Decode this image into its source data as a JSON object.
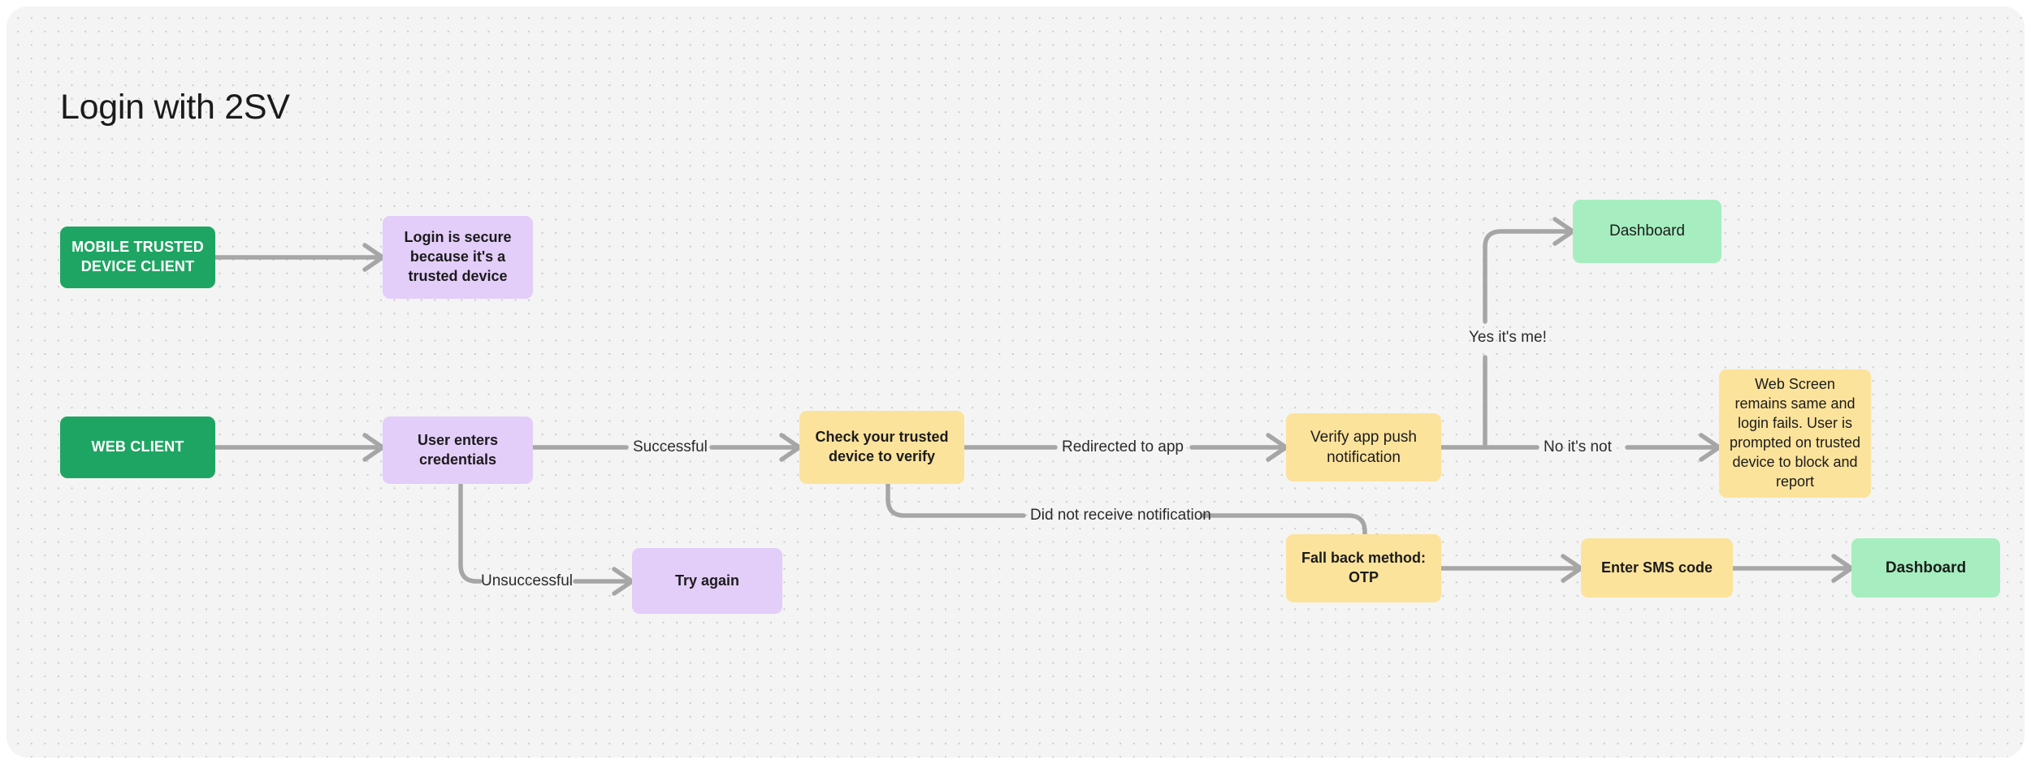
{
  "page": {
    "title": "Login with 2SV",
    "background_color": "#f4f4f4",
    "canvas_color": "#ffffff",
    "grid": "dot-grid"
  },
  "colors": {
    "green": "#1fa563",
    "purple": "#e3cdf9",
    "yellow": "#fce39c",
    "mint": "#a6eebf",
    "edge": "#a6a6a6",
    "text": "#1b1b1b"
  },
  "nodes": {
    "mobile_trusted_device_client": "MOBILE TRUSTED DEVICE CLIENT",
    "login_is_secure": "Login is secure because it's a trusted device",
    "web_client": "WEB CLIENT",
    "user_enters_credentials": "User enters credentials",
    "check_trusted_device": "Check your trusted device to verify",
    "verify_app_push_notification": "Verify app push notification",
    "dashboard_top": "Dashboard",
    "web_screen_remains": "Web Screen remains same and login fails. User is prompted on trusted device to block and report",
    "try_again": "Try again",
    "fall_back_method_otp": "Fall back method: OTP",
    "enter_sms_code": "Enter SMS code",
    "dashboard_bottom": "Dashboard"
  },
  "edge_labels": {
    "successful": "Successful",
    "unsuccessful": "Unsuccessful",
    "redirected_to_app": "Redirected to app",
    "did_not_receive_notification": "Did not receive notification",
    "yes_its_me": "Yes it's me!",
    "no_its_not": "No it's not"
  }
}
